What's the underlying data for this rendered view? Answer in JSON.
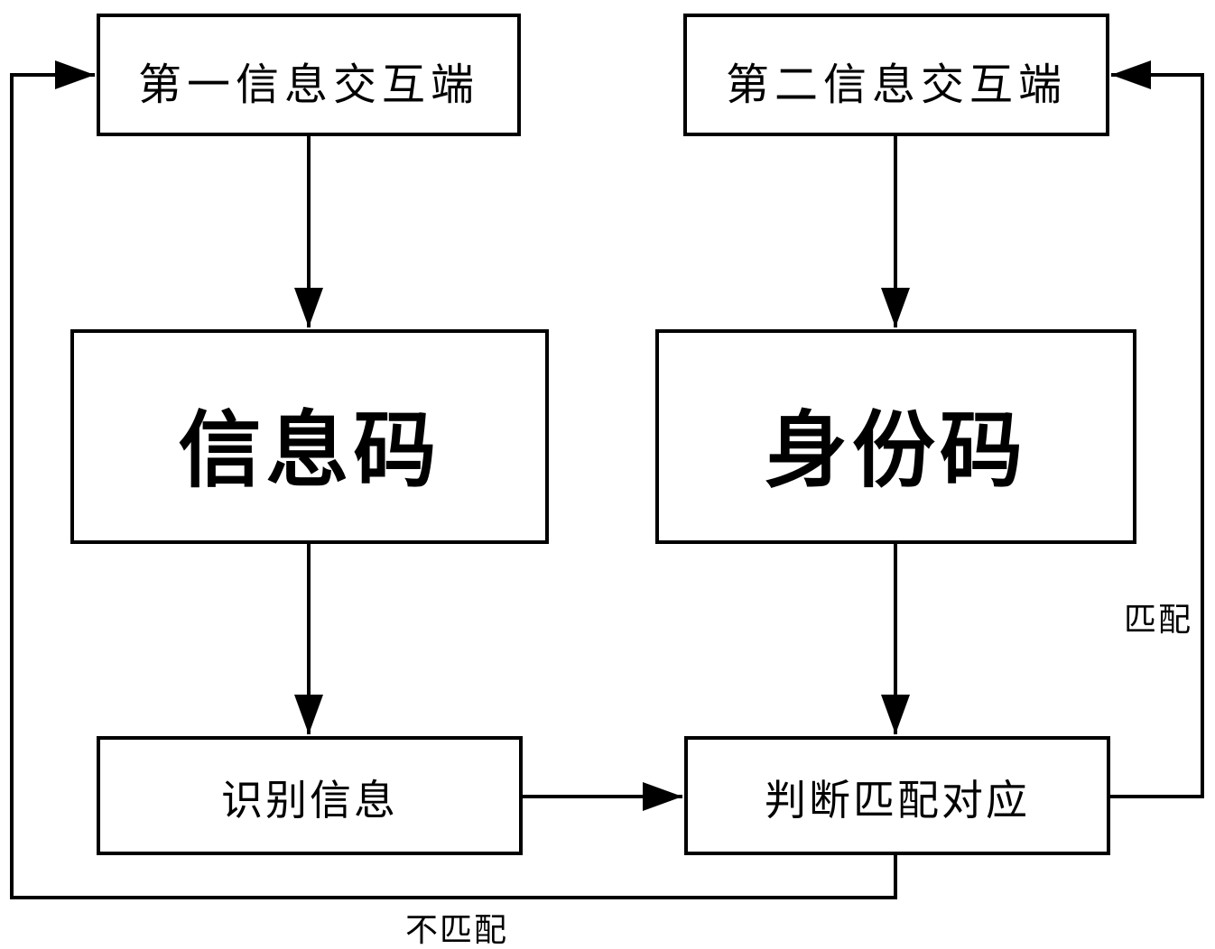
{
  "diagram": {
    "background": "#ffffff",
    "line_color": "#000000",
    "box_fill": "#ffffff",
    "boxes": {
      "terminal1": "第一信息交互端",
      "terminal2": "第二信息交互端",
      "info_code": "信息码",
      "id_code": "身份码",
      "recognize": "识别信息",
      "judge": "判断匹配对应"
    },
    "edge_labels": {
      "match": "匹配",
      "no_match": "不匹配"
    }
  }
}
